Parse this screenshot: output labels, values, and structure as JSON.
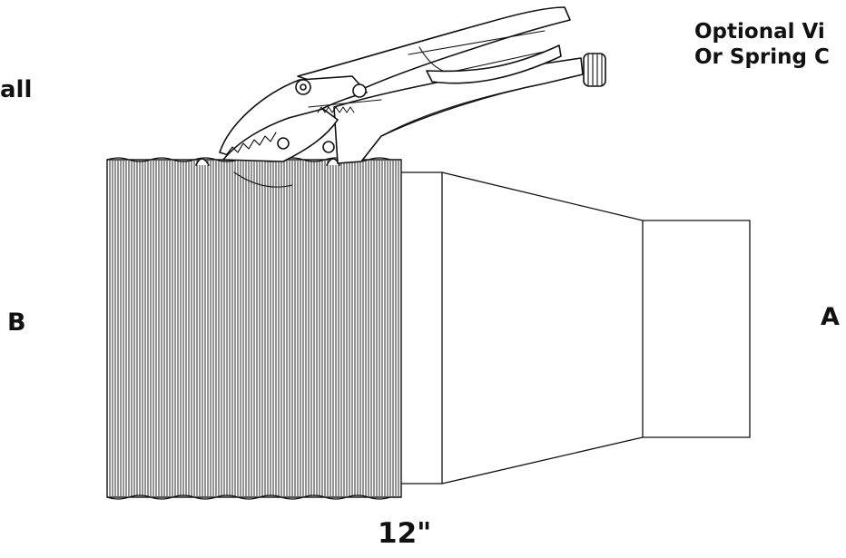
{
  "labels": {
    "clamp_note_line1": "Optional Vi",
    "clamp_note_line2": "Or Spring C",
    "left_fragment": "all",
    "end_b": "B",
    "end_a": "A",
    "length": "12\""
  },
  "colors": {
    "ink": "#111111",
    "background": "#ffffff",
    "handle_fill": "#ffffff"
  },
  "icons": {
    "tool": "locking-pliers-icon",
    "hose": "corrugated-hose",
    "fitting": "reducer-fitting"
  }
}
